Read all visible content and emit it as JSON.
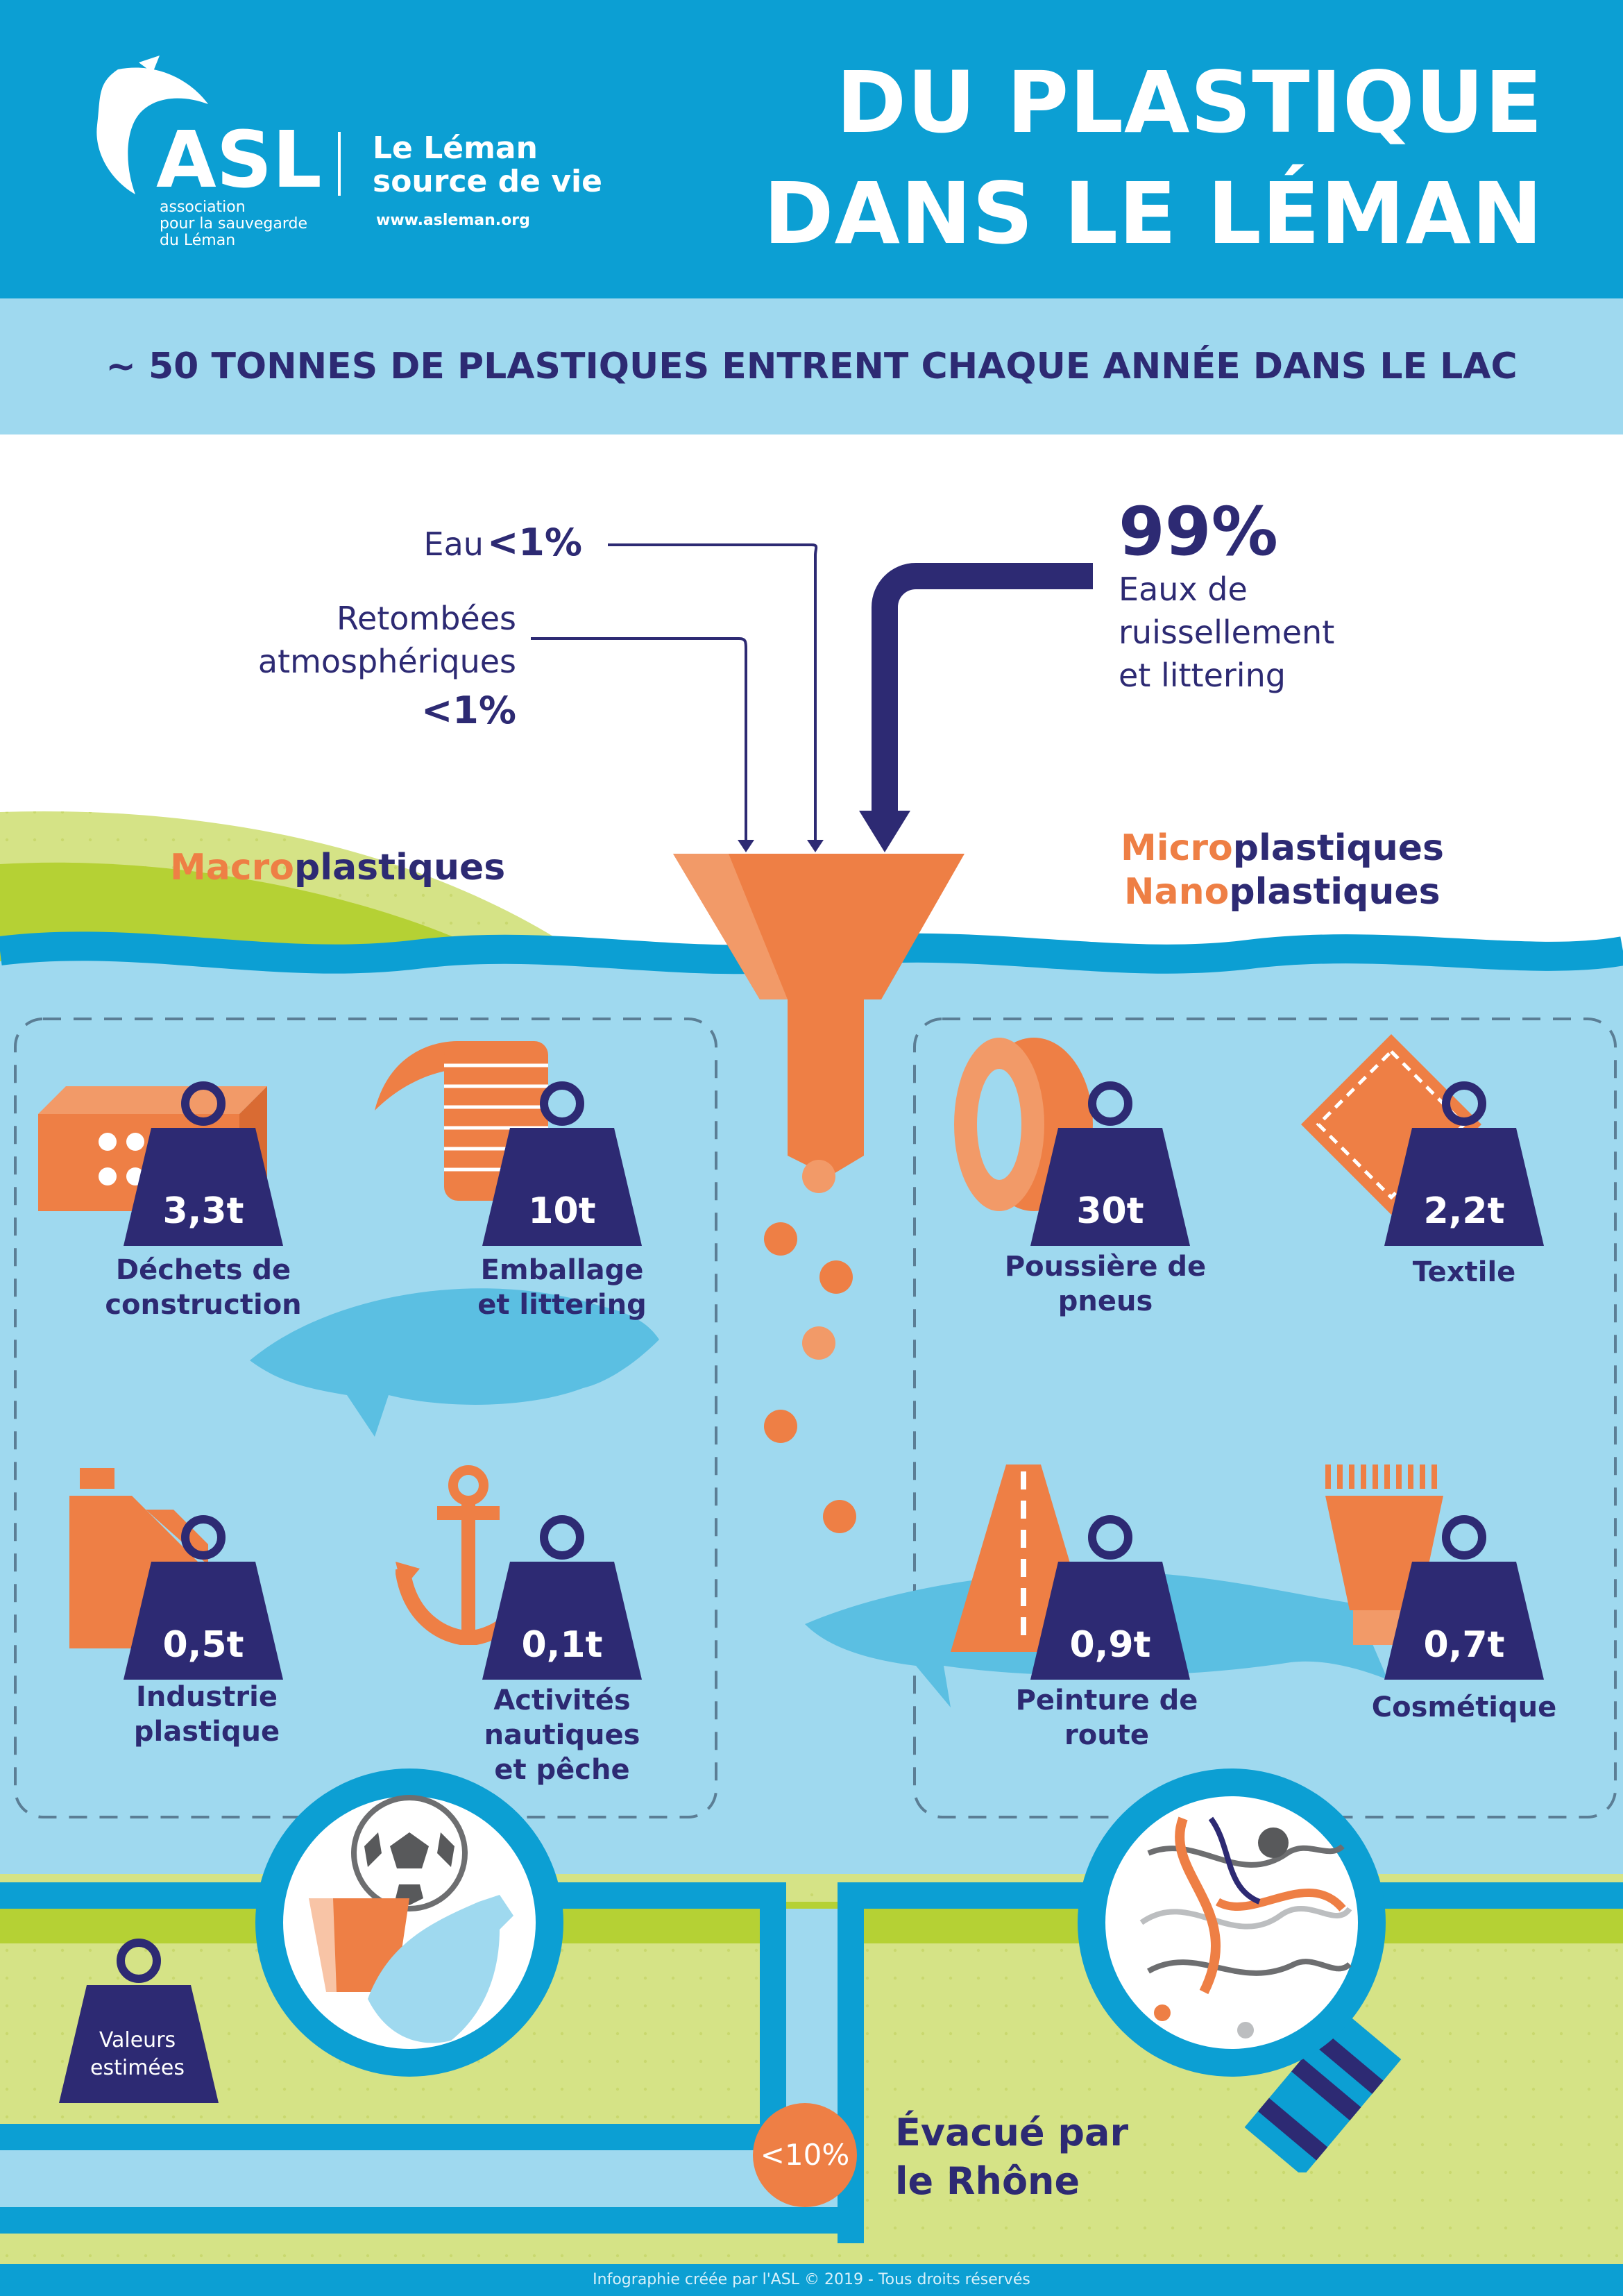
{
  "header": {
    "title_line1": "DU PLASTIQUE",
    "title_line2": "DANS LE LÉMAN",
    "brand": {
      "name": "ASL",
      "subtitle_line1": "association",
      "subtitle_line2": "pour la sauvegarde",
      "subtitle_line3": "du Léman",
      "tagline_line1": "Le Léman",
      "tagline_line2": "source de vie",
      "url": "www.asleman.org"
    }
  },
  "headline": "~ 50 TONNES DE PLASTIQUES ENTRENT CHAQUE ANNÉE DANS LE LAC",
  "sources": {
    "water": {
      "label": "Eau",
      "value": "<1%"
    },
    "atmospheric": {
      "label_line1": "Retombées",
      "label_line2": "atmosphériques",
      "value": "<1%"
    },
    "runoff": {
      "value": "99%",
      "label_line1": "Eaux de",
      "label_line2": "ruissellement",
      "label_line3": "et littering"
    }
  },
  "categories": {
    "macro": {
      "prefix": "Macro",
      "suffix": "plastiques"
    },
    "micro": {
      "prefix": "Micro",
      "suffix": "plastiques"
    },
    "nano": {
      "prefix": "Nano",
      "suffix": "plastiques"
    }
  },
  "macro_items": [
    {
      "weight": "3,3t",
      "label_line1": "Déchets de",
      "label_line2": "construction",
      "label_line3": ""
    },
    {
      "weight": "10t",
      "label_line1": "Emballage",
      "label_line2": "et littering",
      "label_line3": ""
    },
    {
      "weight": "0,5t",
      "label_line1": "Industrie",
      "label_line2": "plastique",
      "label_line3": ""
    },
    {
      "weight": "0,1t",
      "label_line1": "Activités",
      "label_line2": "nautiques",
      "label_line3": "et pêche"
    }
  ],
  "micro_items": [
    {
      "weight": "30t",
      "label_line1": "Poussière de",
      "label_line2": "pneus"
    },
    {
      "weight": "2,2t",
      "label_line1": "Textile",
      "label_line2": ""
    },
    {
      "weight": "0,9t",
      "label_line1": "Peinture de",
      "label_line2": "route"
    },
    {
      "weight": "0,7t",
      "label_line1": "Cosmétique",
      "label_line2": ""
    }
  ],
  "outflow": {
    "value": "<10%",
    "label_line1": "Évacué par",
    "label_line2": "le Rhône"
  },
  "legend": {
    "line1": "Valeurs",
    "line2": "estimées"
  },
  "footer": "Infographie créée par l'ASL © 2019 - Tous droits réservés",
  "colors": {
    "header_blue": "#0c9fd3",
    "light_blue": "#9fd9ef",
    "navy": "#2d2a73",
    "orange": "#ee7f45",
    "green": "#b5d134",
    "pale_green": "#d5e386"
  },
  "icons": [
    "dolphin-logo-icon",
    "funnel-icon",
    "brick-icon",
    "can-icon",
    "jerrycan-icon",
    "anchor-icon",
    "tire-icon",
    "textile-icon",
    "road-icon",
    "cosmetic-tube-icon",
    "weight-icon",
    "magnifier-icon",
    "fish-icon",
    "ball-icon",
    "bottle-icon"
  ]
}
